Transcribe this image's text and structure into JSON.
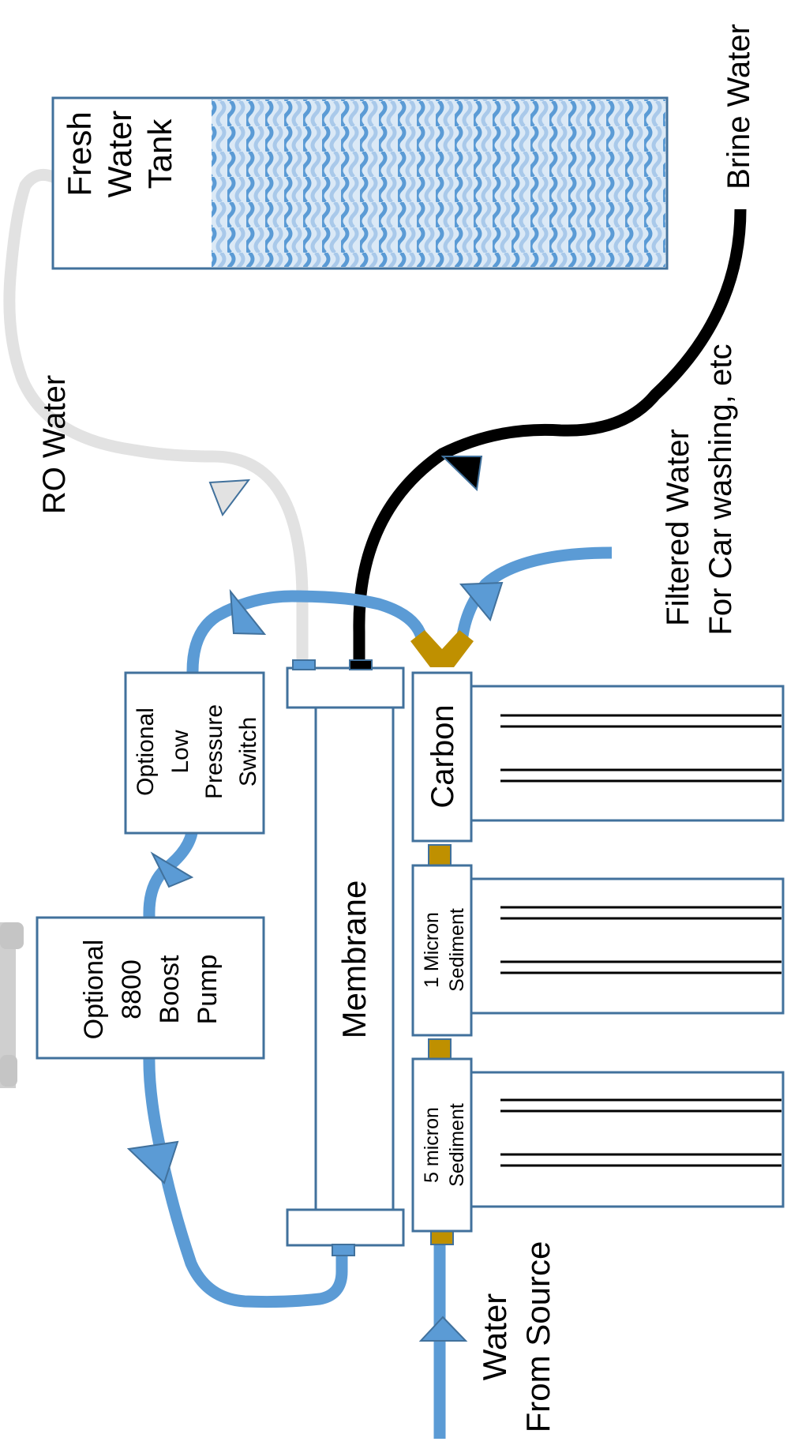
{
  "labels": {
    "fresh_tank": [
      "Fresh",
      "Water",
      "Tank"
    ],
    "brine": "Brine Water",
    "ro": "RO Water",
    "filtered": [
      "Filtered Water",
      "For Car washing, etc"
    ],
    "boost_pump": [
      "Optional",
      "8800",
      "Boost",
      "Pump"
    ],
    "pressure_switch": [
      "Optional",
      "Low",
      "Pressure",
      "Switch"
    ],
    "membrane": "Membrane",
    "carbon": "Carbon",
    "micron1": [
      "1 Micron",
      "Sediment"
    ],
    "micron5": [
      "5 micron",
      "Sediment"
    ],
    "source": [
      "Water",
      "From Source"
    ]
  },
  "colors": {
    "feed_line": "#5B9BD5",
    "brine_line": "#000000",
    "ro_line": "#E2E2E2",
    "fitting": "#BF9000",
    "box_border": "#41719C"
  }
}
